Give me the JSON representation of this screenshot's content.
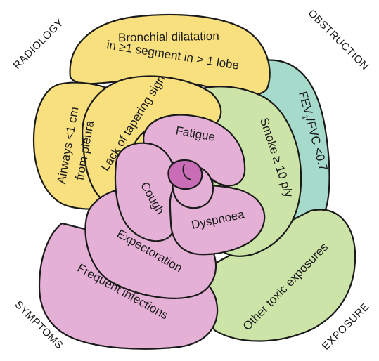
{
  "colors": {
    "radiology": "#f9e07f",
    "obstruction": "#a6dacb",
    "exposure": "#cde4a8",
    "symptoms": "#e4b0d6",
    "center": "#c96db7",
    "outline": "#1a1a1a"
  },
  "corners": {
    "radiology": "RADIOLOGY",
    "obstruction": "OBSTRUCTION",
    "symptoms": "SYMPTOMS",
    "exposure": "EXPOSURE"
  },
  "radiology": {
    "bronchial_line1": "Bronchial dilatation",
    "bronchial_line2": "in ≥1 segment in > 1 lobe",
    "airways_line1": "Airways <1 cm",
    "airways_line2": "from pleura",
    "tapering": "Lack of tapering sign"
  },
  "obstruction": {
    "fev_prefix": "FEV",
    "fev_sub": "1",
    "fev_suffix": "/FVC <0.7"
  },
  "exposure": {
    "smoke": "Smoke ≥ 10 p/y",
    "other": "Other toxic exposures"
  },
  "symptoms": {
    "fatigue": "Fatigue",
    "cough": "Cough",
    "dyspnoea": "Dyspnoea",
    "expectoration": "Expectoration",
    "frequent_infections": "Frequent infections"
  }
}
